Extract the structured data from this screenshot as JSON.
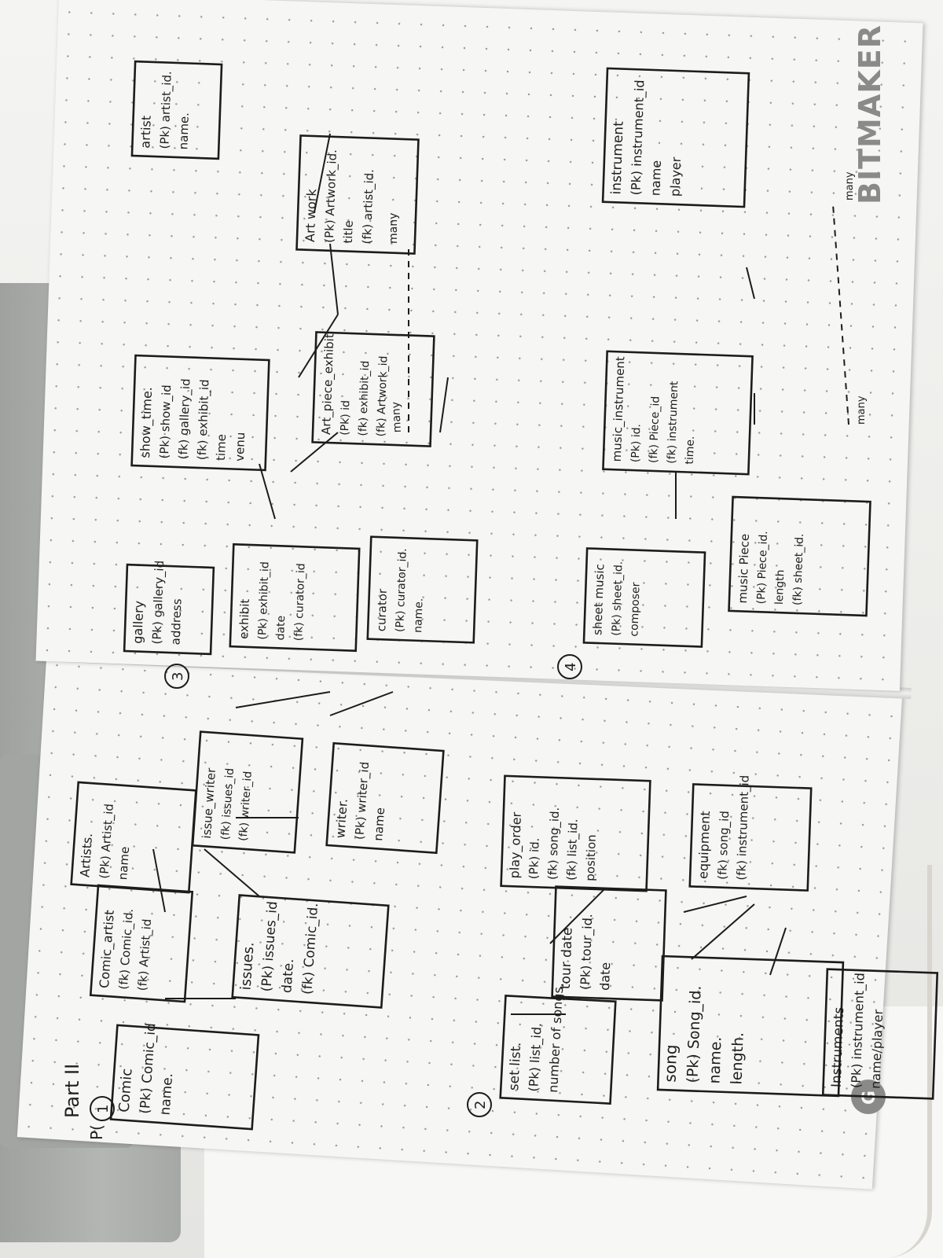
{
  "photo": {
    "left_page_heading": "Part II",
    "left_edge_mark": "P(",
    "brand": "BITMAKER",
    "brand_badge": "G"
  },
  "sections": [
    {
      "number": "1",
      "entities": [
        {
          "title": "Comic",
          "fields": [
            "(Pk) Comic_id",
            "name."
          ]
        },
        {
          "title": "Comic_artist",
          "fields": [
            "(fk) Comic_id.",
            "(fk) Artist_id"
          ]
        },
        {
          "title": "Artists.",
          "fields": [
            "(Pk) Artist_id",
            "name"
          ]
        },
        {
          "title": "issues.",
          "fields": [
            "(Pk) issues_id",
            "date.",
            "(fk) Comic_id."
          ]
        },
        {
          "title": "issue_writer",
          "fields": [
            "(fk) issues_id",
            "(fk) writer_id"
          ]
        },
        {
          "title": "writer.",
          "fields": [
            "(Pk) writer_id",
            "name"
          ]
        }
      ]
    },
    {
      "number": "2",
      "entities": [
        {
          "title": "set list.",
          "fields": [
            "(Pk) list_id.",
            "number of songs."
          ]
        },
        {
          "title": "tour date",
          "fields": [
            "(Pk) tour_id.",
            "date"
          ]
        },
        {
          "title": "play_order",
          "fields": [
            "(Pk) id.",
            "(fk) song_id.",
            "(fk) list_id.",
            "position"
          ]
        },
        {
          "title": "song",
          "fields": [
            "(Pk) Song_id.",
            "name.",
            "length."
          ]
        },
        {
          "title": "equipment",
          "fields": [
            "(fk) song_id",
            "(fk) instrument_id"
          ]
        },
        {
          "title": "Instruments",
          "fields": [
            "(Pk) instrument_id.",
            "name/player"
          ]
        }
      ]
    },
    {
      "number": "3",
      "entities": [
        {
          "title": "gallery",
          "fields": [
            "(Pk) gallery_id",
            "address"
          ]
        },
        {
          "title": "show_time.",
          "fields": [
            "(Pk) show_id",
            "(fk) gallery_id",
            "(fk) exhibit_id",
            "time",
            "venu"
          ]
        },
        {
          "title": "artist",
          "fields": [
            "(Pk) artist_id.",
            "name."
          ]
        },
        {
          "title": "exhibit",
          "fields": [
            "(Pk) exhibit_id",
            "date",
            "(fk) curator_id"
          ]
        },
        {
          "title": "Art_piece_exhibit",
          "fields": [
            "(Pk) id",
            "(fk) exhibit_id",
            "(fk) Artwork_id"
          ]
        },
        {
          "title": "Art work",
          "fields": [
            "(Pk) Artwork_id.",
            "title",
            "(fk) artist_id."
          ]
        },
        {
          "title": "curator",
          "fields": [
            "(Pk) curator_id.",
            "name."
          ]
        }
      ],
      "labels": [
        "many",
        "many"
      ]
    },
    {
      "number": "4",
      "entities": [
        {
          "title": "sheet music",
          "fields": [
            "(Pk) sheet_id.",
            "composer"
          ]
        },
        {
          "title": "music_instrument",
          "fields": [
            "(Pk) id.",
            "(fk) Piece_id",
            "(fk) instrument",
            "time."
          ]
        },
        {
          "title": "instrument",
          "fields": [
            "(Pk) instrument_id",
            "name",
            "player"
          ]
        },
        {
          "title": "music Piece",
          "fields": [
            "(Pk) Piece_id.",
            "length",
            "(fk) sheet_id."
          ]
        }
      ],
      "labels": [
        "many",
        "many"
      ]
    }
  ]
}
